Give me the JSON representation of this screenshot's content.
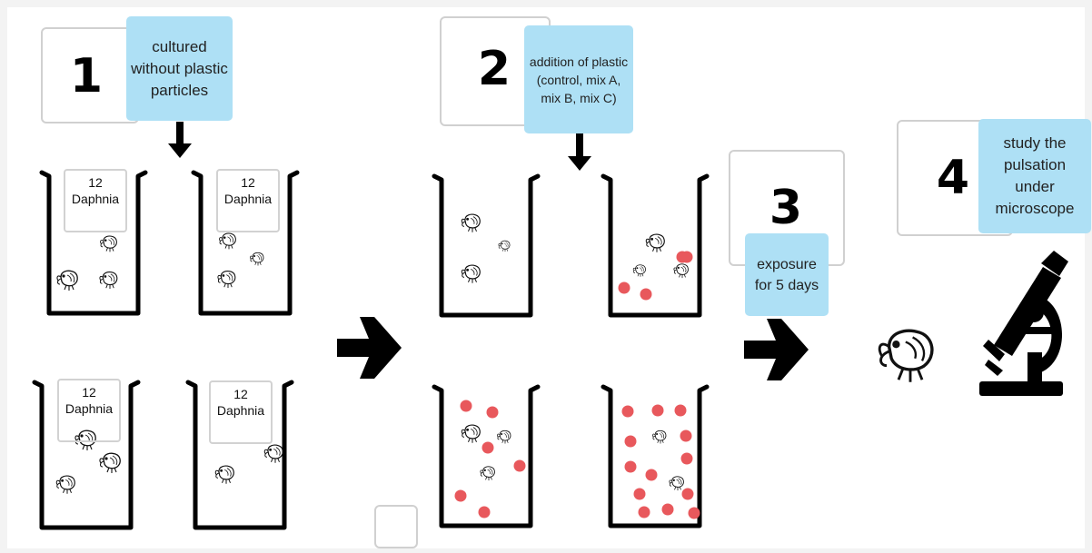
{
  "steps": [
    {
      "number": "1",
      "note": "cultured without plastic particles"
    },
    {
      "number": "2",
      "note": "addition of plastic (control, mix A, mix B, mix C)"
    },
    {
      "number": "3",
      "note": "exposure for 5 days"
    },
    {
      "number": "4",
      "note": "study the pulsation under microscope"
    }
  ],
  "beaker_labels": [
    "12 Daphnia",
    "12 Daphnia",
    "12 Daphnia",
    "12 Daphnia"
  ],
  "colors": {
    "note_bg": "#aee0f5",
    "plastic_particle": "#e8585c",
    "ink": "#000000",
    "frame": "#d0d0d0"
  },
  "icons": [
    "daphnia-icon",
    "microscope-icon",
    "arrow-right-icon",
    "arrow-down-icon",
    "plastic-particle-icon"
  ]
}
